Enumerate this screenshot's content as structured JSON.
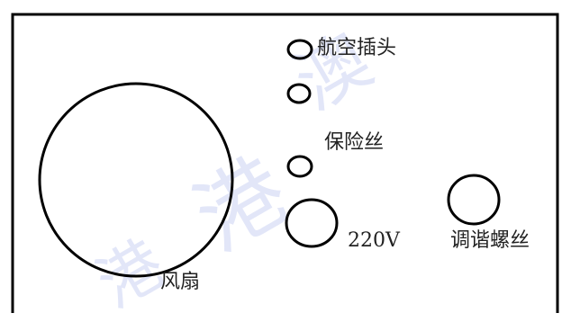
{
  "labels": {
    "aviation_plug": "航空插头",
    "fuse": "保险丝",
    "voltage": "220V",
    "tuning_screw": "调谐螺丝",
    "fan": "风扇"
  },
  "watermark": {
    "chars": [
      "港",
      "澳",
      "港"
    ]
  },
  "colors": {
    "line": "#000000",
    "text": "#222222",
    "watermark": "#9aa8e8"
  }
}
